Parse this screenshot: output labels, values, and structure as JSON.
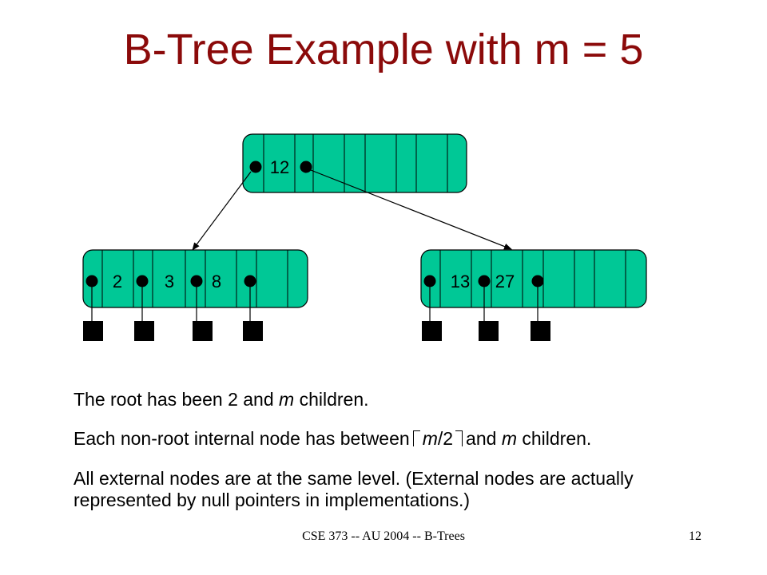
{
  "title": "B-Tree Example with m = 5",
  "colors": {
    "title": "#8B0A0A",
    "node_fill": "#00C896",
    "ink": "#000000"
  },
  "tree": {
    "root": {
      "keys": [
        "12"
      ]
    },
    "left_child": {
      "keys": [
        "2",
        "3",
        "8"
      ]
    },
    "right_child": {
      "keys": [
        "13",
        "27"
      ]
    }
  },
  "text": {
    "line1": {
      "a": "The root has been 2 and ",
      "m": "m",
      "b": " children."
    },
    "line2": {
      "a": "Each non-root internal node has between",
      "m": "m",
      "div": "/2",
      "b": "and ",
      "m2": "m",
      "c": " children."
    },
    "line3": "All external nodes are at the same level. (External nodes are actually represented by null pointers in implementations.)"
  },
  "footer": {
    "course": "CSE 373    -- AU 2004 -- B-Trees",
    "page": "12"
  }
}
